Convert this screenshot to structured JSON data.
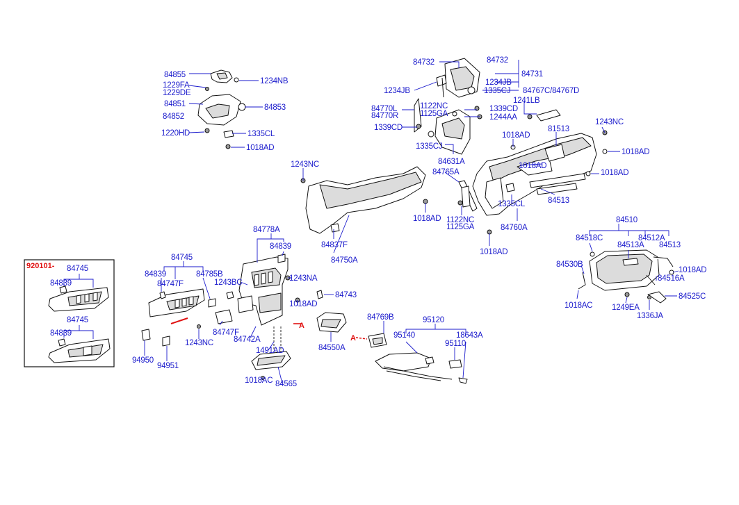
{
  "diagram": {
    "inset_header": "920101-",
    "arrow_marker": "A",
    "labels": {
      "p84855": "84855",
      "p1229FA": "1229FA",
      "p1229DE": "1229DE",
      "p1234NB": "1234NB",
      "p84851": "84851",
      "p84852": "84852",
      "p84853": "84853",
      "p1220HD": "1220HD",
      "p1335CL_a": "1335CL",
      "p1018AD_a": "1018AD",
      "p84732_a": "84732",
      "p84732_b": "84732",
      "p84731": "84731",
      "p1234JB_a": "1234JB",
      "p1234JB_b": "1234JB",
      "p1335CJ_a": "1335CJ",
      "p84767CD": "84767C/84767D",
      "p1241LB": "1241LB",
      "p84770L": "84770L",
      "p84770R": "84770R",
      "p1122NC_a": "1122NC",
      "p1125GA_a": "1125GA",
      "p1339CD_a": "1339CD",
      "p1339CD_b": "1339CD",
      "p1244AA": "1244AA",
      "p1335CJ_b": "1335CJ",
      "p84631A": "84631A",
      "p1018AD_b": "1018AD",
      "p81513": "81513",
      "p1243NC_a": "1243NC",
      "p1018AD_c": "1018AD",
      "p1018AD_d": "1018AD",
      "p1018AD_e": "1018AD",
      "p1243NC_b": "1243NC",
      "p84765A": "84765A",
      "p84513_a": "84513",
      "p1335CL_b": "1335CL",
      "p1018AD_f": "1018AD",
      "p1122NC_b": "1122NC",
      "p1125GA_b": "1125GA",
      "p84760A": "84760A",
      "p84837F": "84837F",
      "p84750A": "84750A",
      "p1018AD_g": "1018AD",
      "p84510": "84510",
      "p84518C": "84518C",
      "p84512A": "84512A",
      "p84513A": "84513A",
      "p84513_b": "84513",
      "p84530B": "84530B",
      "p1018AD_h": "1018AD",
      "p84516A": "84516A",
      "p1018AC_a": "1018AC",
      "p1249EA": "1249EA",
      "p84525C": "84525C",
      "p1336JA": "1336JA",
      "p84778A": "84778A",
      "p84839_a": "84839",
      "p84745_a": "84745",
      "p84839_b": "84839",
      "p84747F_a": "84747F",
      "p84785B": "84785B",
      "p1243BC": "1243BC",
      "p1243NA": "1243NA",
      "p84743": "84743",
      "p1018AD_i": "1018AD",
      "p84747F_b": "84747F",
      "p84742A": "84742A",
      "p1243NC_c": "1243NC",
      "p1491AD": "1491AD",
      "p84550A": "84550A",
      "p1018AC_b": "1018AC",
      "p84565": "84565",
      "p94950": "94950",
      "p94951": "94951",
      "p84745_b": "84745",
      "p84839_c": "84839",
      "p84745_c": "84745",
      "p84839_d": "84839",
      "p84769B": "84769B",
      "p95120": "95120",
      "p95140": "95140",
      "p95110": "95110",
      "p18643A": "18643A"
    }
  }
}
